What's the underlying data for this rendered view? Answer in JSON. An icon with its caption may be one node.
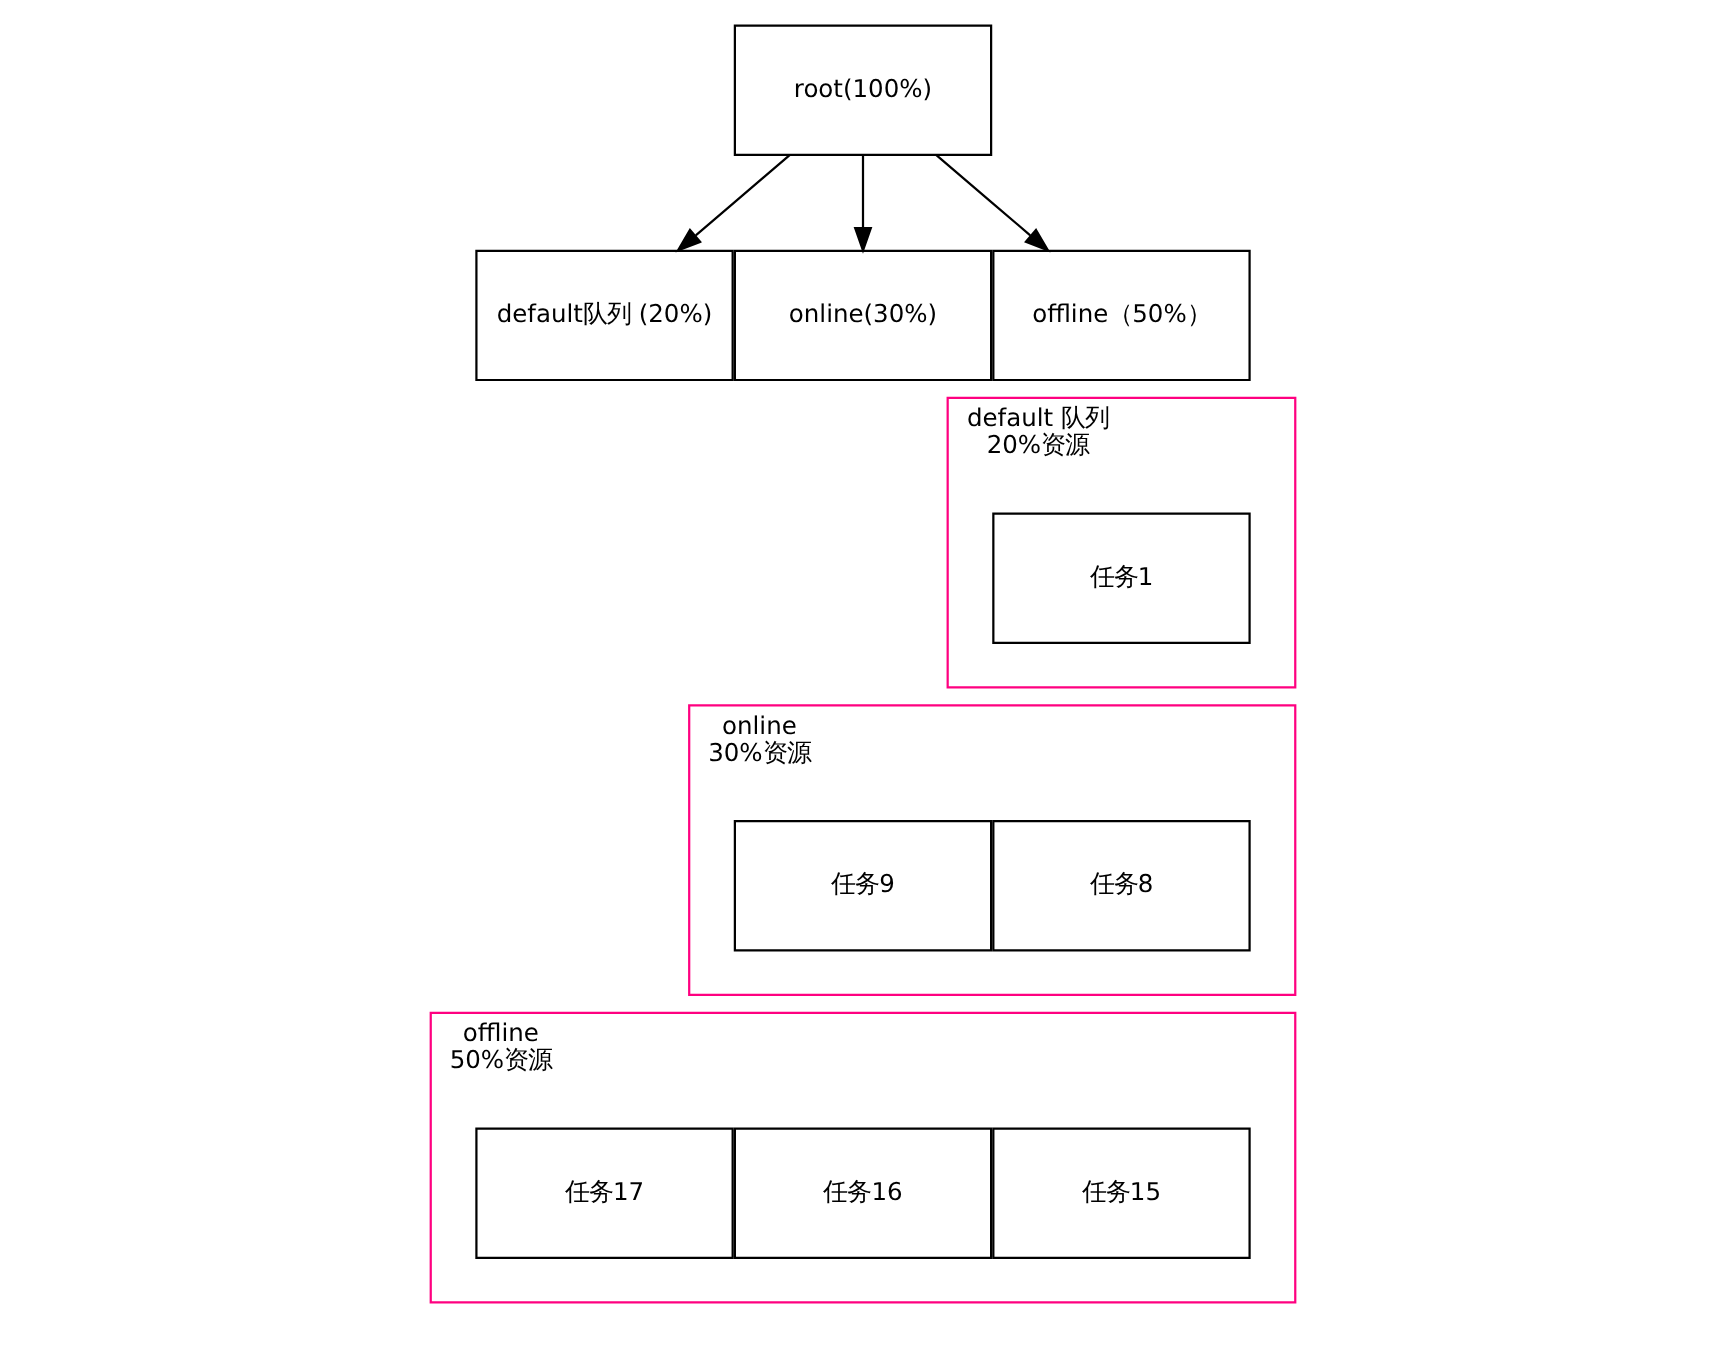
{
  "diagram": {
    "nodes": [
      {
        "text": [
          "root(100%)"
        ]
      },
      {
        "text": [
          "default队列 (20%)"
        ]
      },
      {
        "text": [
          "online(30%)"
        ]
      },
      {
        "text": [
          "offline（50%）"
        ]
      },
      {
        "text": [
          "default 队列",
          "20%资源"
        ]
      },
      {
        "text": [
          "任务1"
        ],
        "in": 4
      },
      {
        "text": [
          "online",
          "30%资源"
        ]
      },
      {
        "text": [
          "任务8"
        ],
        "in": 6
      },
      {
        "text": [
          "任务9"
        ],
        "in": 6
      },
      {
        "text": [
          "offline",
          "50%资源"
        ]
      },
      {
        "text": [
          "任务15"
        ],
        "in": 9
      },
      {
        "text": [
          "任务16"
        ],
        "in": 9
      },
      {
        "text": [
          "任务17"
        ],
        "in": 9
      }
    ],
    "edges": [
      {
        "from": 0,
        "to": 1,
        "arrow": "to"
      },
      {
        "from": 0,
        "to": 2,
        "arrow": "to"
      },
      {
        "from": 0,
        "to": 3,
        "arrow": "to"
      }
    ]
  }
}
